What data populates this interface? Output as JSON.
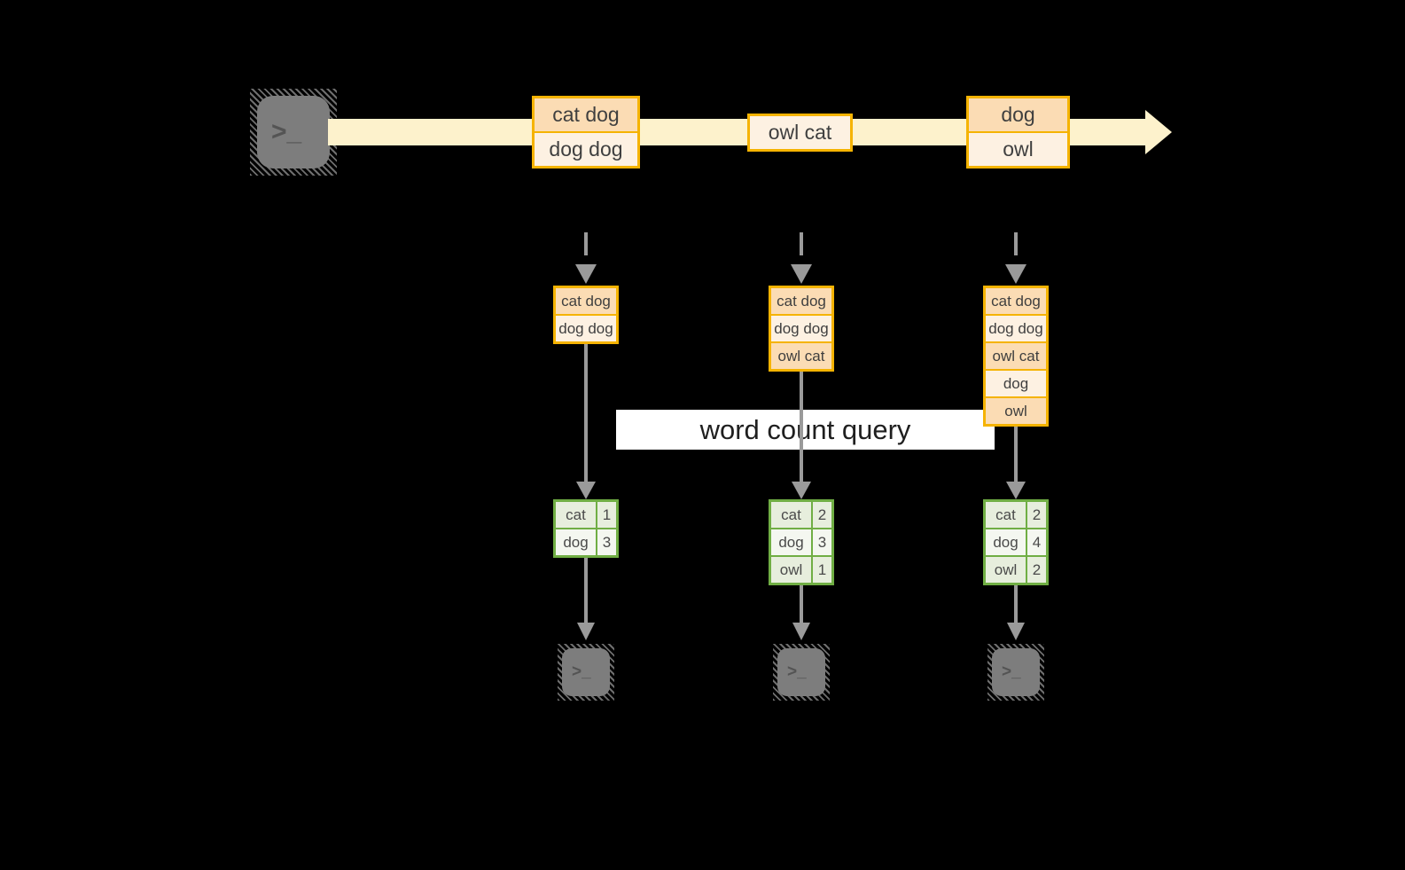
{
  "banner": {
    "label": "word count query"
  },
  "icons": {
    "source": "terminal-icon",
    "sink": "terminal-icon",
    "terminal_glyph": ">_"
  },
  "stream": {
    "batches": [
      {
        "rows": [
          "cat dog",
          "dog dog"
        ]
      },
      {
        "rows": [
          "owl cat"
        ]
      },
      {
        "rows": [
          "dog",
          "owl"
        ]
      }
    ]
  },
  "pipelines": [
    {
      "state_rows": [
        "cat dog",
        "dog dog"
      ],
      "counts": [
        {
          "word": "cat",
          "n": "1"
        },
        {
          "word": "dog",
          "n": "3"
        }
      ]
    },
    {
      "state_rows": [
        "cat dog",
        "dog dog",
        "owl cat"
      ],
      "counts": [
        {
          "word": "cat",
          "n": "2"
        },
        {
          "word": "dog",
          "n": "3"
        },
        {
          "word": "owl",
          "n": "1"
        }
      ]
    },
    {
      "state_rows": [
        "cat dog",
        "dog dog",
        "owl cat",
        "dog",
        "owl"
      ],
      "counts": [
        {
          "word": "cat",
          "n": "2"
        },
        {
          "word": "dog",
          "n": "4"
        },
        {
          "word": "owl",
          "n": "2"
        }
      ]
    }
  ],
  "colors": {
    "gold": "#f5b301",
    "peach-dark": "#fbdcb4",
    "peach-light": "#fdf1e2",
    "band": "#fdf2cc",
    "green": "#70ae44",
    "green-dark": "#e7eedd",
    "green-light": "#f4f7f0",
    "arrow": "#9a9a9a",
    "terminal": "#7d7d7d",
    "banner-bg": "#ffffff"
  }
}
